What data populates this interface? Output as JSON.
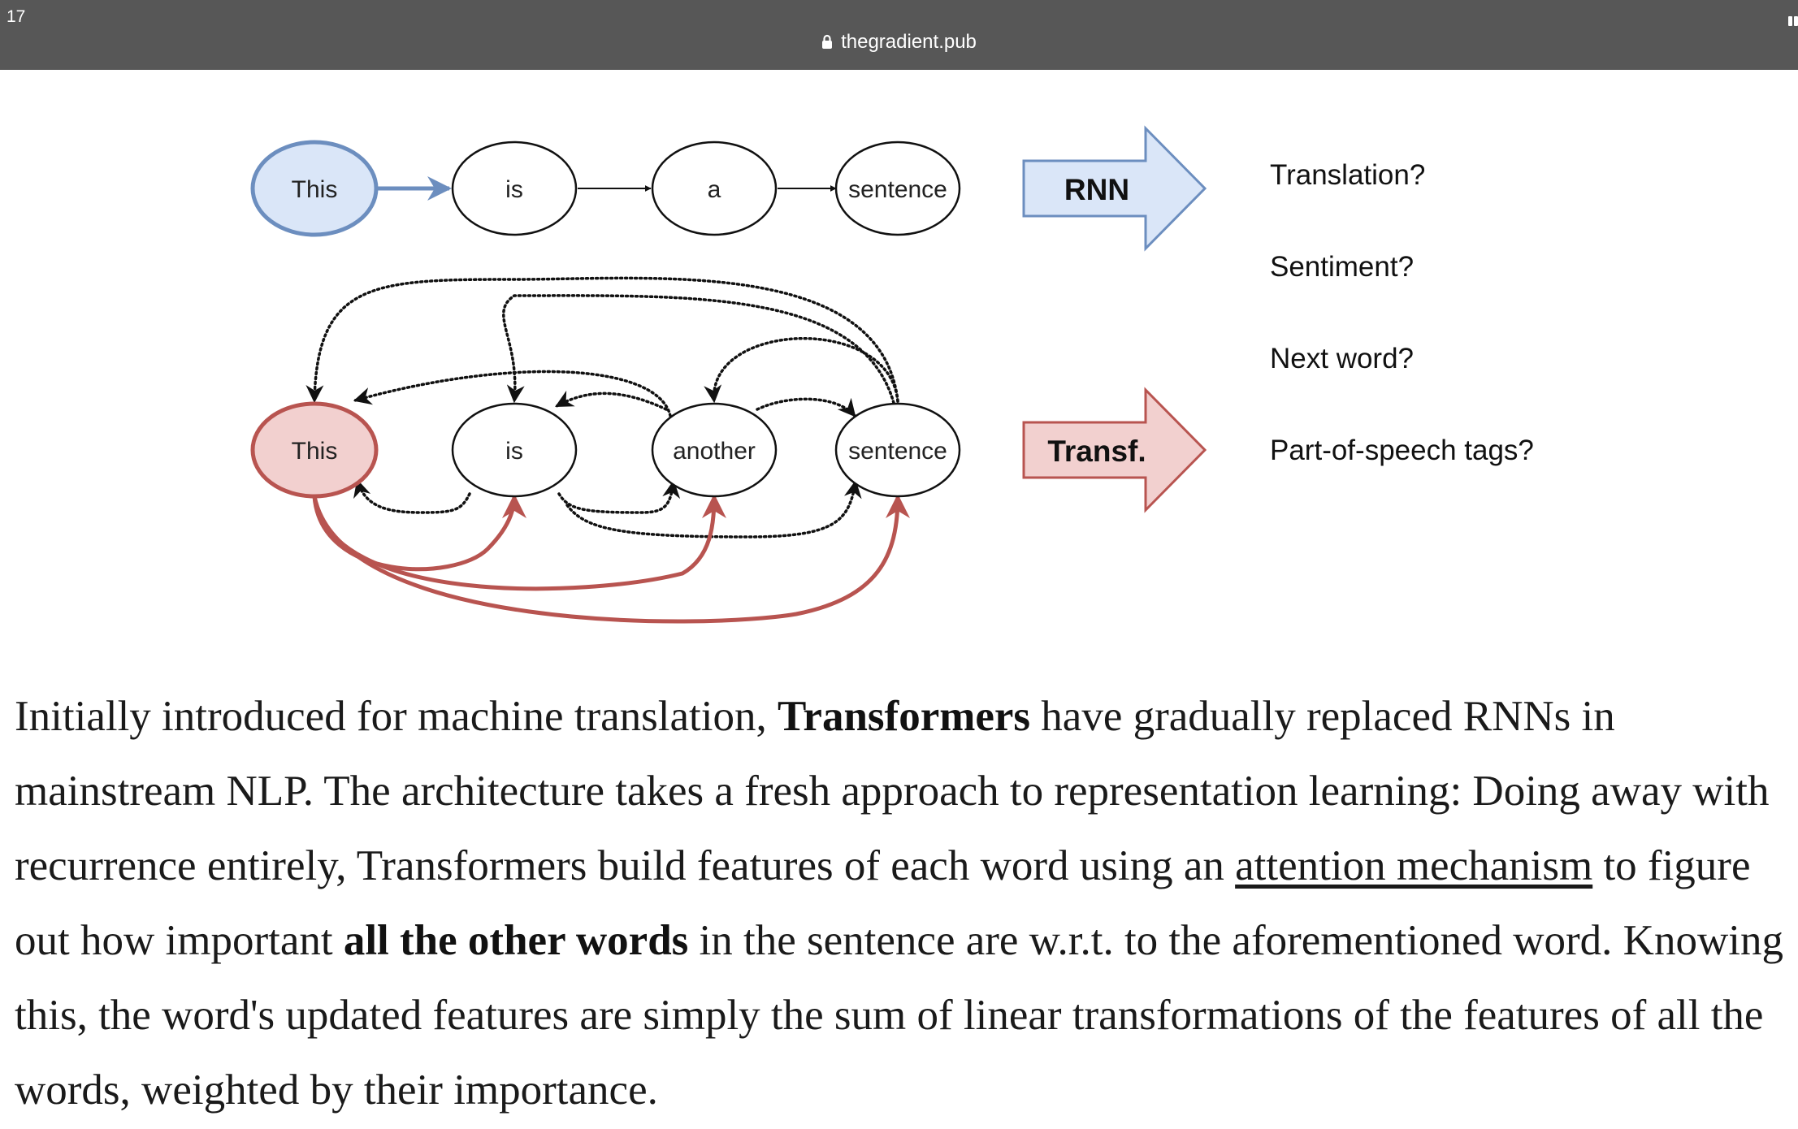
{
  "status_bar": {
    "time": "17"
  },
  "address_bar": {
    "url": "thegradient.pub",
    "lock_icon": "lock-icon"
  },
  "diagram": {
    "rnn_row": [
      "This",
      "is",
      "a",
      "sentence"
    ],
    "transformer_row": [
      "This",
      "is",
      "another",
      "sentence"
    ],
    "rnn_arrow_label": "RNN",
    "transformer_arrow_label": "Transf.",
    "tasks": [
      "Translation?",
      "Sentiment?",
      "Next word?",
      "Part-of-speech tags?"
    ],
    "colors": {
      "rnn_fill": "#dae6f8",
      "rnn_stroke": "#6c8ebf",
      "transformer_fill": "#f2d0cf",
      "transformer_stroke": "#b85450"
    }
  },
  "article": {
    "p1": "Initially introduced for machine translation, ",
    "p1_bold": "Transformers",
    "p2": " have gradually replaced RNNs in mainstream NLP. The architecture takes a fresh approach to representation learning: Doing away with recurrence entirely, Transformers build features of each word using an ",
    "p2_link": "attention mechanism",
    "p3": " to figure out how important ",
    "p3_bold": "all the other words",
    "p4": " in the sentence are w.r.t. to the aforementioned word. Knowing this, the word's updated features are simply the sum of linear transformations of the features of all the words, weighted by their importance."
  }
}
